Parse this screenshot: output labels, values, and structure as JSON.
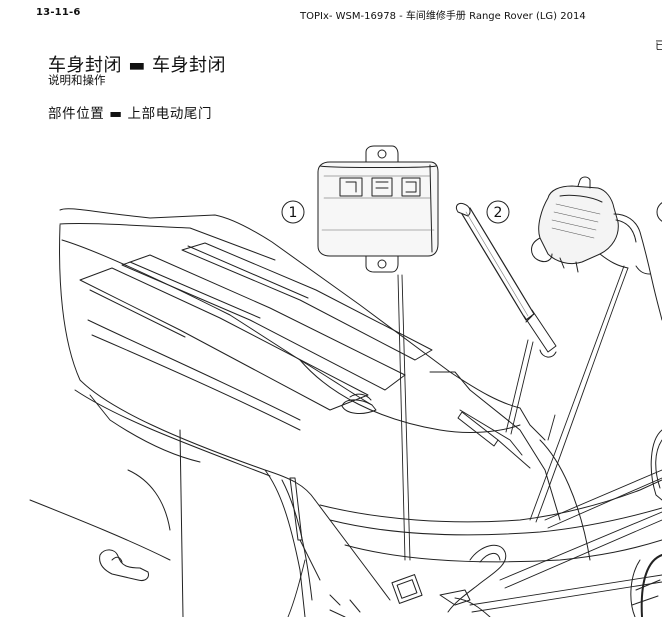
{
  "header": {
    "page_number": "13-11-6",
    "document_title": "TOPIx- WSM-16978 - 车间维修手册 Range Rover (LG) 2014",
    "right_fragment": "已"
  },
  "heading": {
    "title": "车身封闭 ▬ 车身封闭",
    "subtitle": "说明和操作"
  },
  "section": {
    "title": "部件位置 ▬ 上部电动尾门"
  },
  "illustration": {
    "callouts": [
      "1",
      "2"
    ]
  }
}
